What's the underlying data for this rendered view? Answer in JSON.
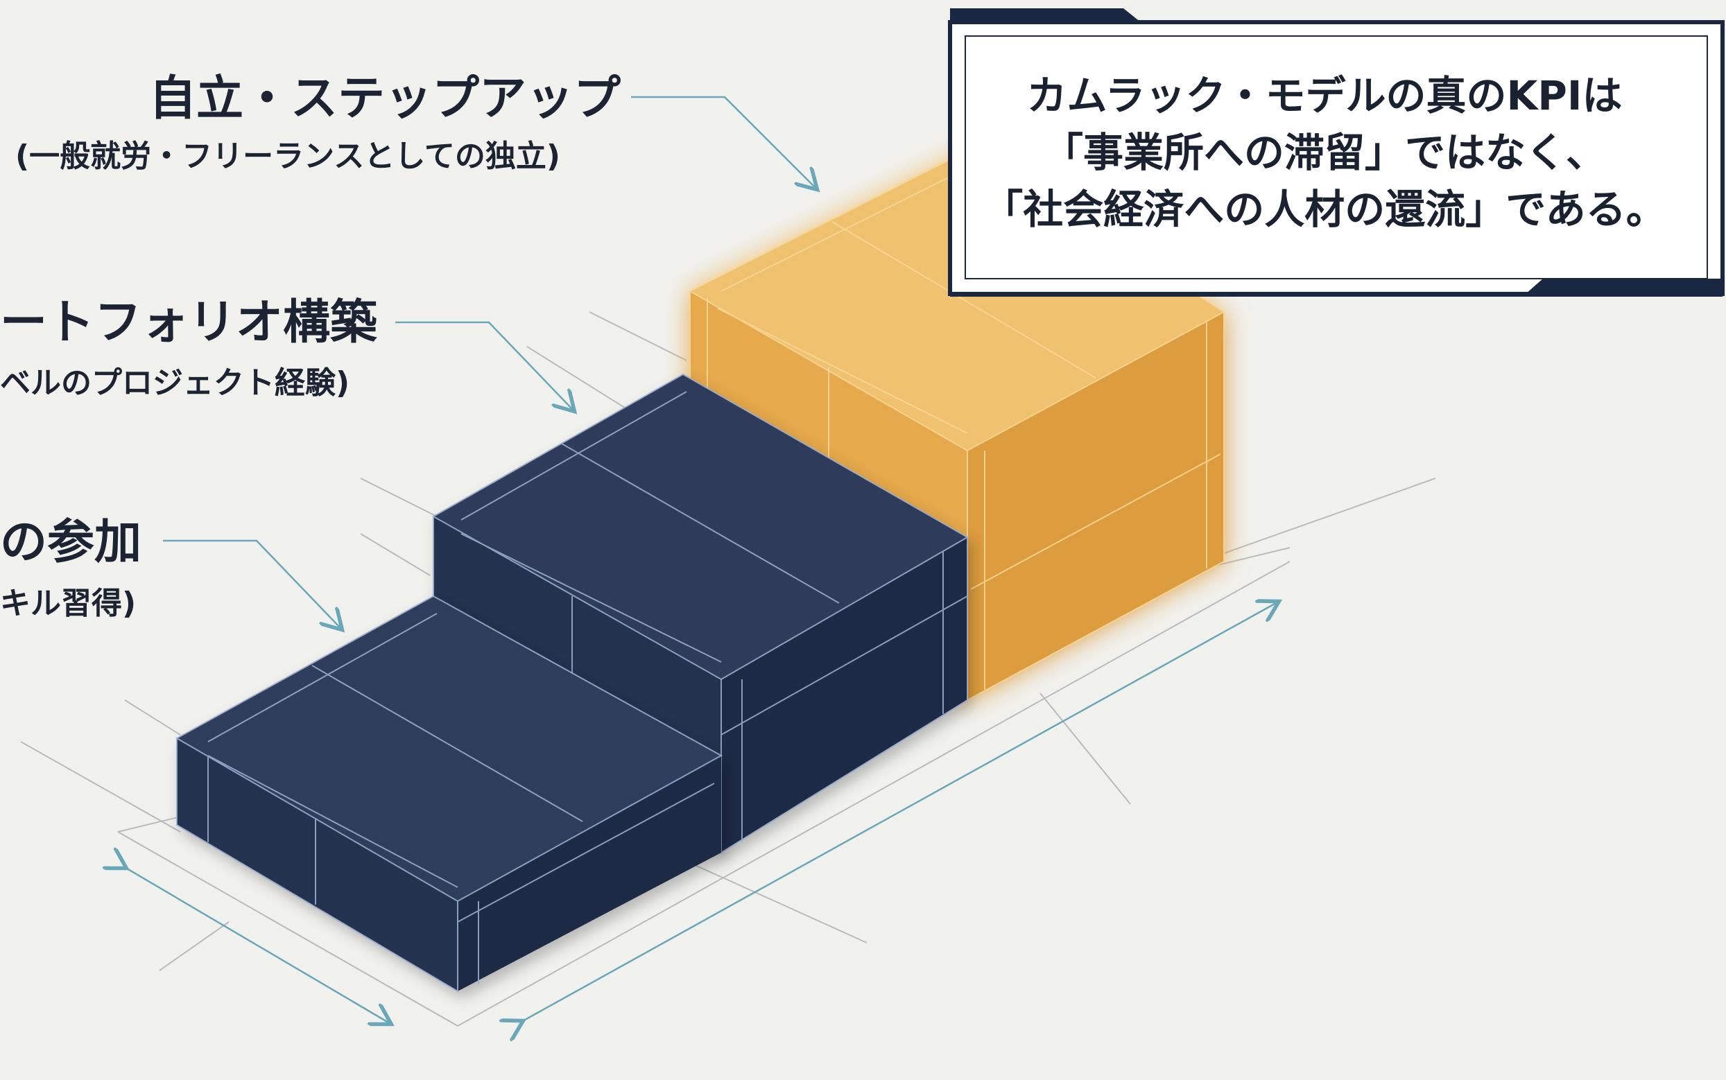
{
  "colors": {
    "background": "#f1f1ee",
    "navy_block": "#27334f",
    "navy_edge": "#8fa2c4",
    "gold_block": "#e9ad52",
    "gold_edge": "#f6cf86",
    "guide_line": "#6aa7b8",
    "callout_border": "#1a2742",
    "text": "#1c2433"
  },
  "labels": {
    "top": {
      "title": "自立・ステップアップ",
      "subtitle": "(一般就労・フリーランスとしての独立)"
    },
    "middle": {
      "title": "ートフォリオ構築",
      "subtitle": "ベルのプロジェクト経験)"
    },
    "bottom": {
      "title": "の参加",
      "subtitle": "キル習得)"
    }
  },
  "callout": {
    "line1": "カムラック・モデルの真のKPIは",
    "line2": "「事業所への滞留」ではなく、",
    "line3": "「社会経済への人材の還流」である。"
  }
}
